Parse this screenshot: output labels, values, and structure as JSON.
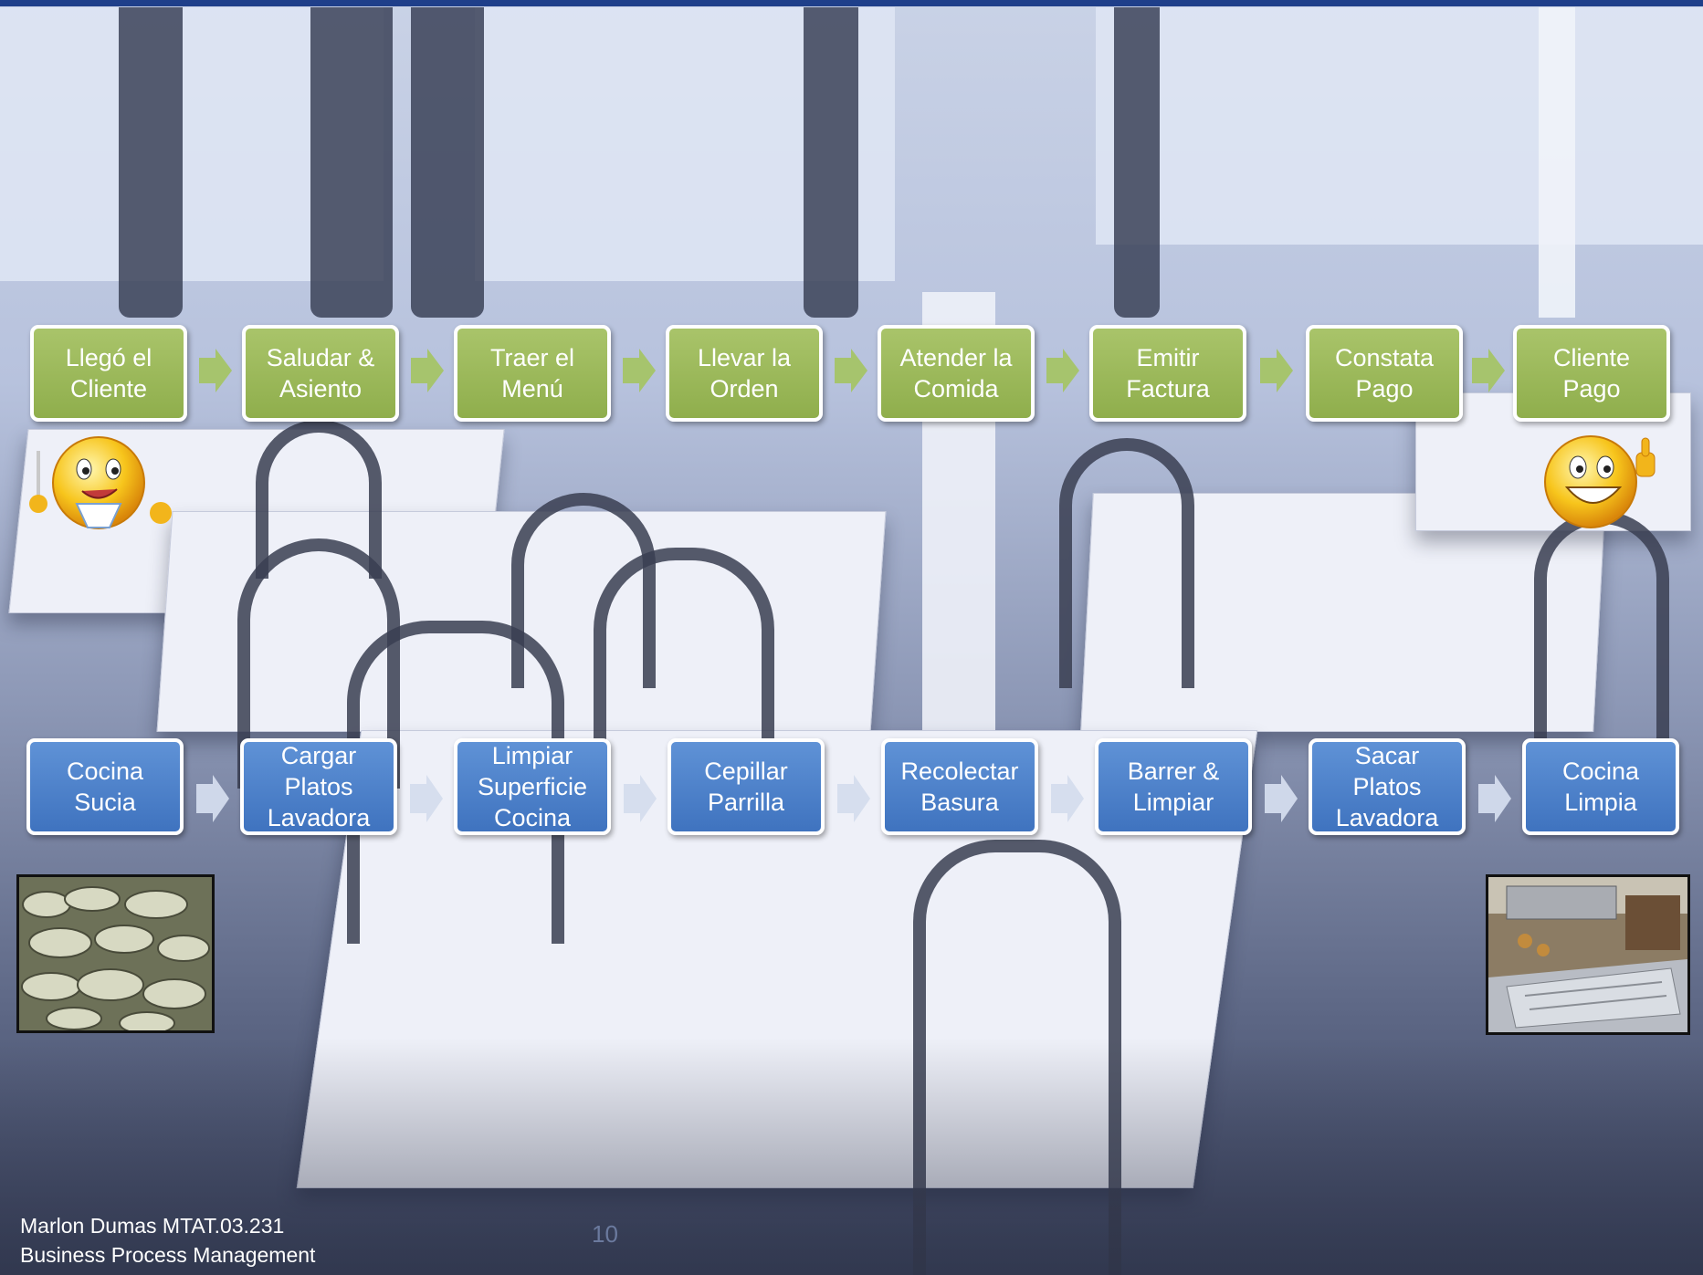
{
  "process_top": [
    "Llegó el Cliente",
    "Saludar & Asiento",
    "Traer el Menú",
    "Llevar la Orden",
    "Atender la Comida",
    "Emitir Factura",
    "Constata Pago",
    "Cliente Pago"
  ],
  "process_bottom": [
    "Cocina Sucia",
    "Cargar Platos Lavadora",
    "Limpiar Superficie Cocina",
    "Cepillar Parrilla",
    "Recolectar Basura",
    "Barrer & Limpiar",
    "Sacar Platos Lavadora",
    "Cocina Limpia"
  ],
  "footer": {
    "author": "Marlon Dumas MTAT.03.231",
    "course": "Business Process Management",
    "page_number": "10"
  },
  "colors": {
    "green_box": "#9bb85a",
    "blue_box": "#4a7fc9",
    "top_bar": "#1f3f8a"
  },
  "icons": {
    "hungry": "hungry-smiley-icon",
    "happy": "thumbs-up-smiley-icon"
  }
}
